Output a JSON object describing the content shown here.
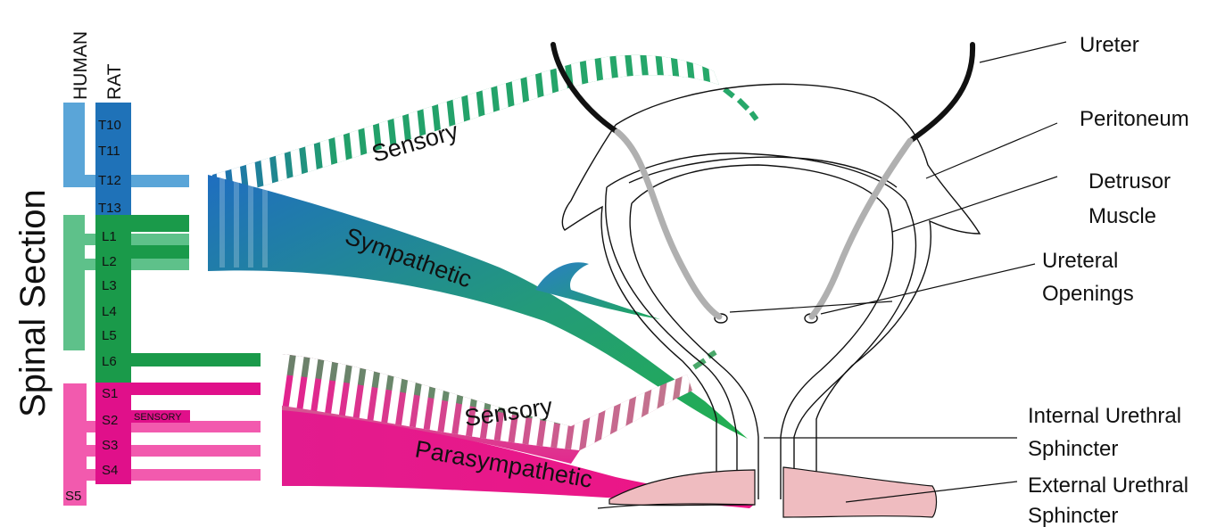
{
  "axis_title": "Spinal Section",
  "species": {
    "human": "HUMAN",
    "rat": "RAT"
  },
  "segments": [
    "T10",
    "T11",
    "T12",
    "T13",
    "L1",
    "L2",
    "L3",
    "L4",
    "L5",
    "L6",
    "S1",
    "S2",
    "S3",
    "S4",
    "S5"
  ],
  "sensory_small_label": "SENSORY",
  "pathways": {
    "sensory_upper": "Sensory",
    "sympathetic": "Sympathetic",
    "sensory_lower": "Sensory",
    "parasympathetic": "Parasympathetic"
  },
  "anatomy": {
    "ureter": "Ureter",
    "peritoneum": "Peritoneum",
    "detrusor_1": "Detrusor",
    "detrusor_2": "Muscle",
    "ureteral_1": "Ureteral",
    "ureteral_2": "Openings",
    "internal_1": "Internal Urethral",
    "internal_2": "Sphincter",
    "external_1": "External Urethral",
    "external_2": "Sphincter"
  },
  "colors": {
    "human_thoracic": "#5aa5d8",
    "rat_thoracic": "#1f72b8",
    "human_lumbar": "#5ec18a",
    "rat_lumbar": "#1a9a4a",
    "human_sacral": "#f25aae",
    "rat_sacral": "#e0108a",
    "sensory_green": "#25a068",
    "sphincter_pink": "#efbcc0",
    "ureter_black": "#111111",
    "ureter_gray": "#b0b0b0"
  }
}
